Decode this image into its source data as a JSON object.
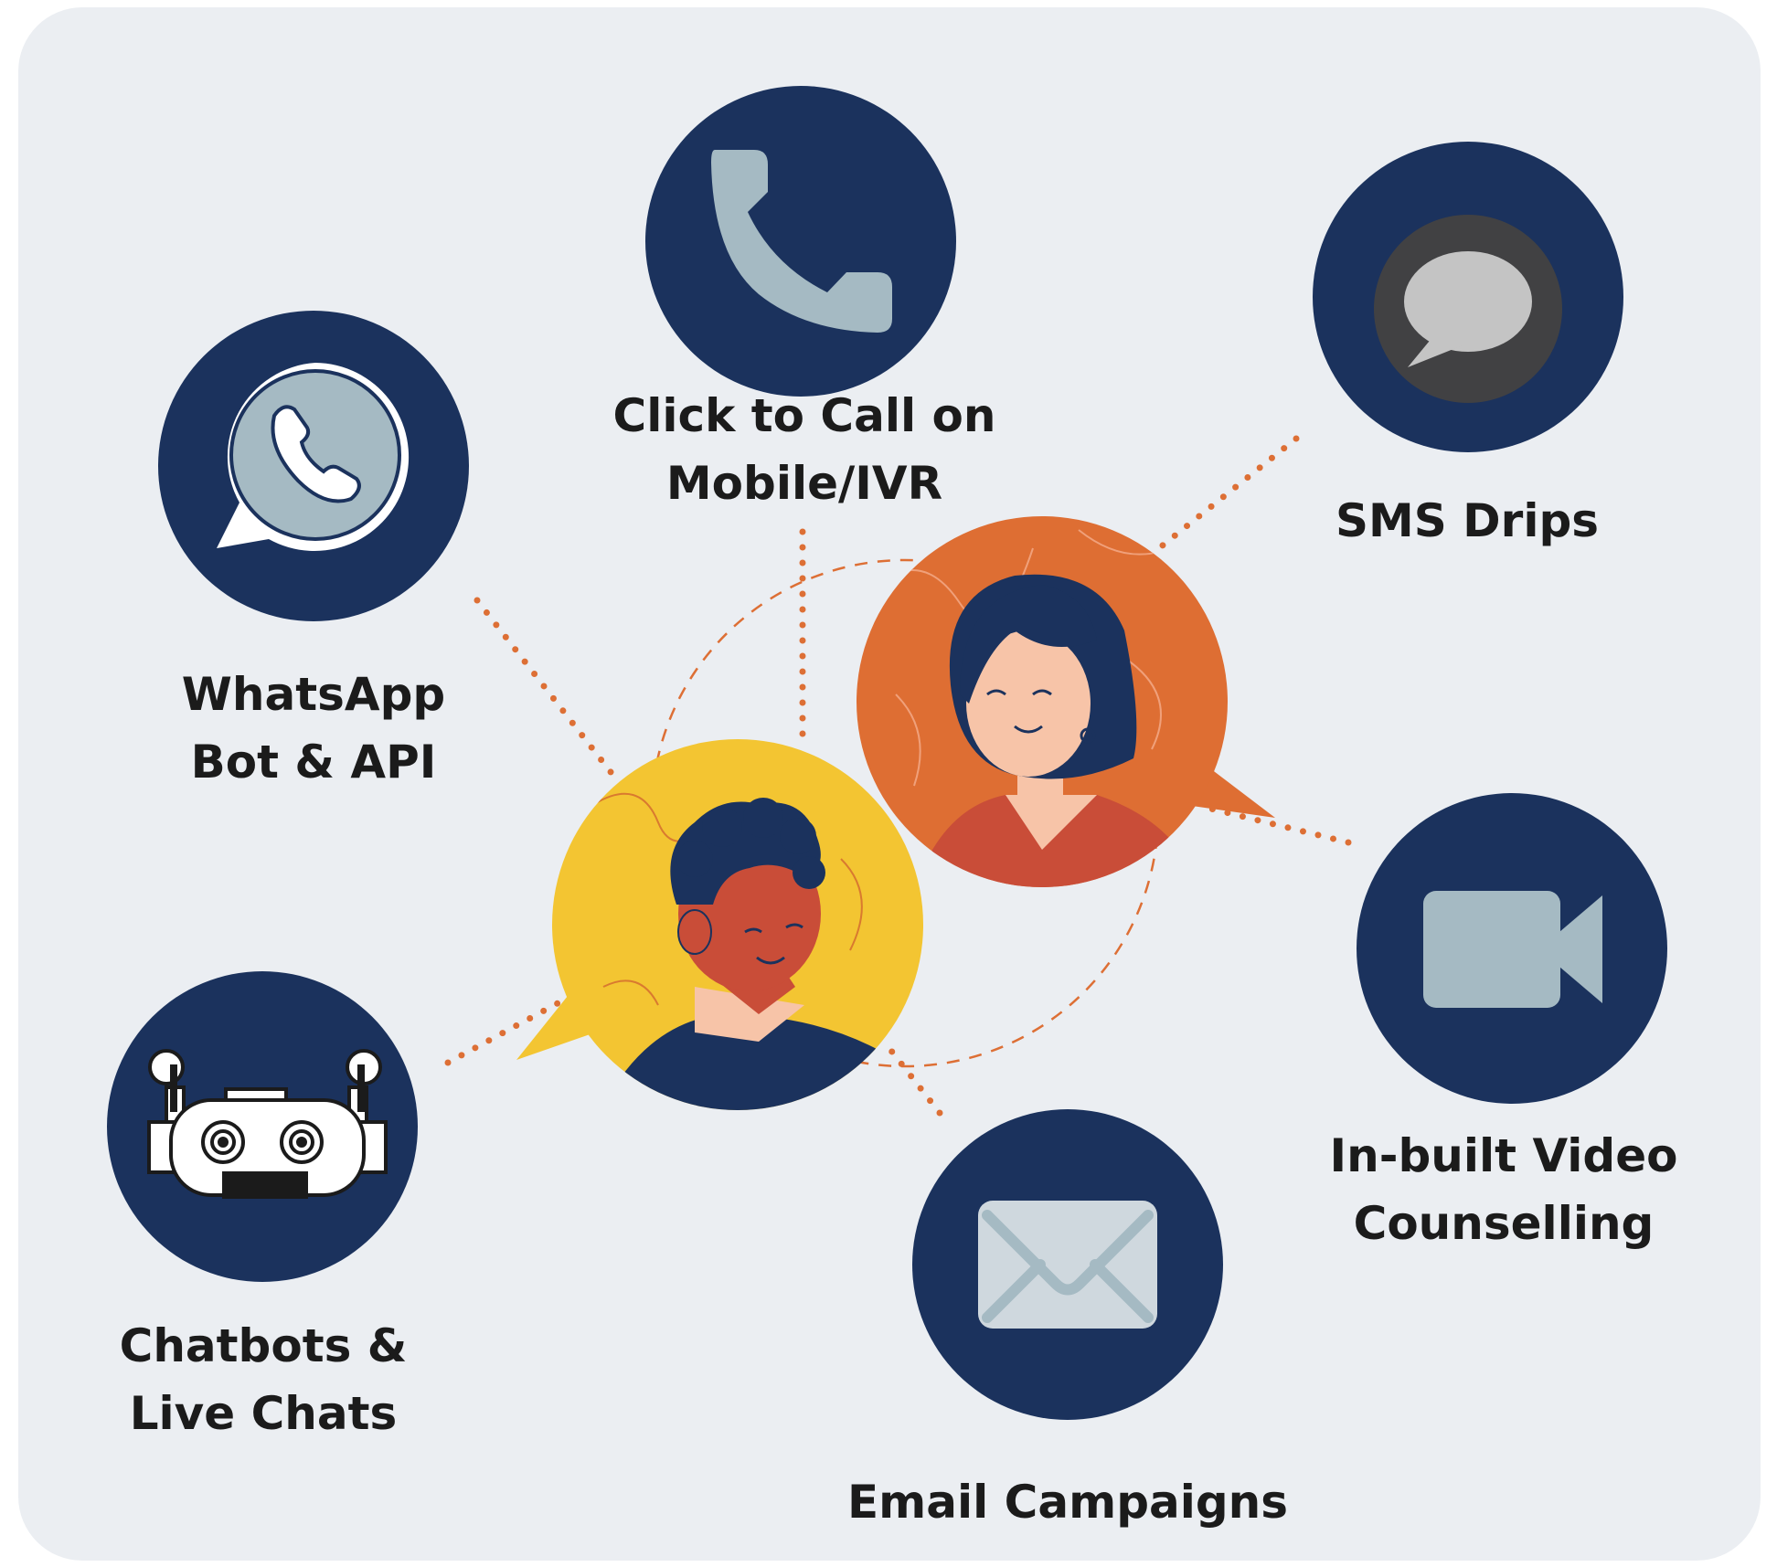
{
  "colors": {
    "background_panel": "#ebeef2",
    "icon_circle": "#1b325d",
    "icon_glyph": "#a5bac3",
    "connector": "#dd6f35",
    "bubble_yellow": "#f3c532",
    "bubble_orange": "#de6e33",
    "label_text": "#1b1b1b"
  },
  "channels": [
    {
      "id": "click-to-call",
      "icon": "phone-icon",
      "label_lines": [
        "Click to Call on",
        "Mobile/IVR"
      ]
    },
    {
      "id": "sms-drips",
      "icon": "chat-bubble-icon",
      "label_lines": [
        "SMS Drips"
      ]
    },
    {
      "id": "whatsapp",
      "icon": "whatsapp-icon",
      "label_lines": [
        "WhatsApp",
        "Bot & API"
      ]
    },
    {
      "id": "video-counselling",
      "icon": "video-camera-icon",
      "label_lines": [
        "In-built Video",
        "Counselling"
      ]
    },
    {
      "id": "chatbots",
      "icon": "robot-icon",
      "label_lines": [
        "Chatbots &",
        "Live Chats"
      ]
    },
    {
      "id": "email",
      "icon": "envelope-icon",
      "label_lines": [
        "Email Campaigns"
      ]
    }
  ],
  "people": [
    {
      "id": "student",
      "icon": "man-avatar-icon",
      "bubble": "yellow"
    },
    {
      "id": "counsellor",
      "icon": "woman-avatar-icon",
      "bubble": "orange"
    }
  ]
}
